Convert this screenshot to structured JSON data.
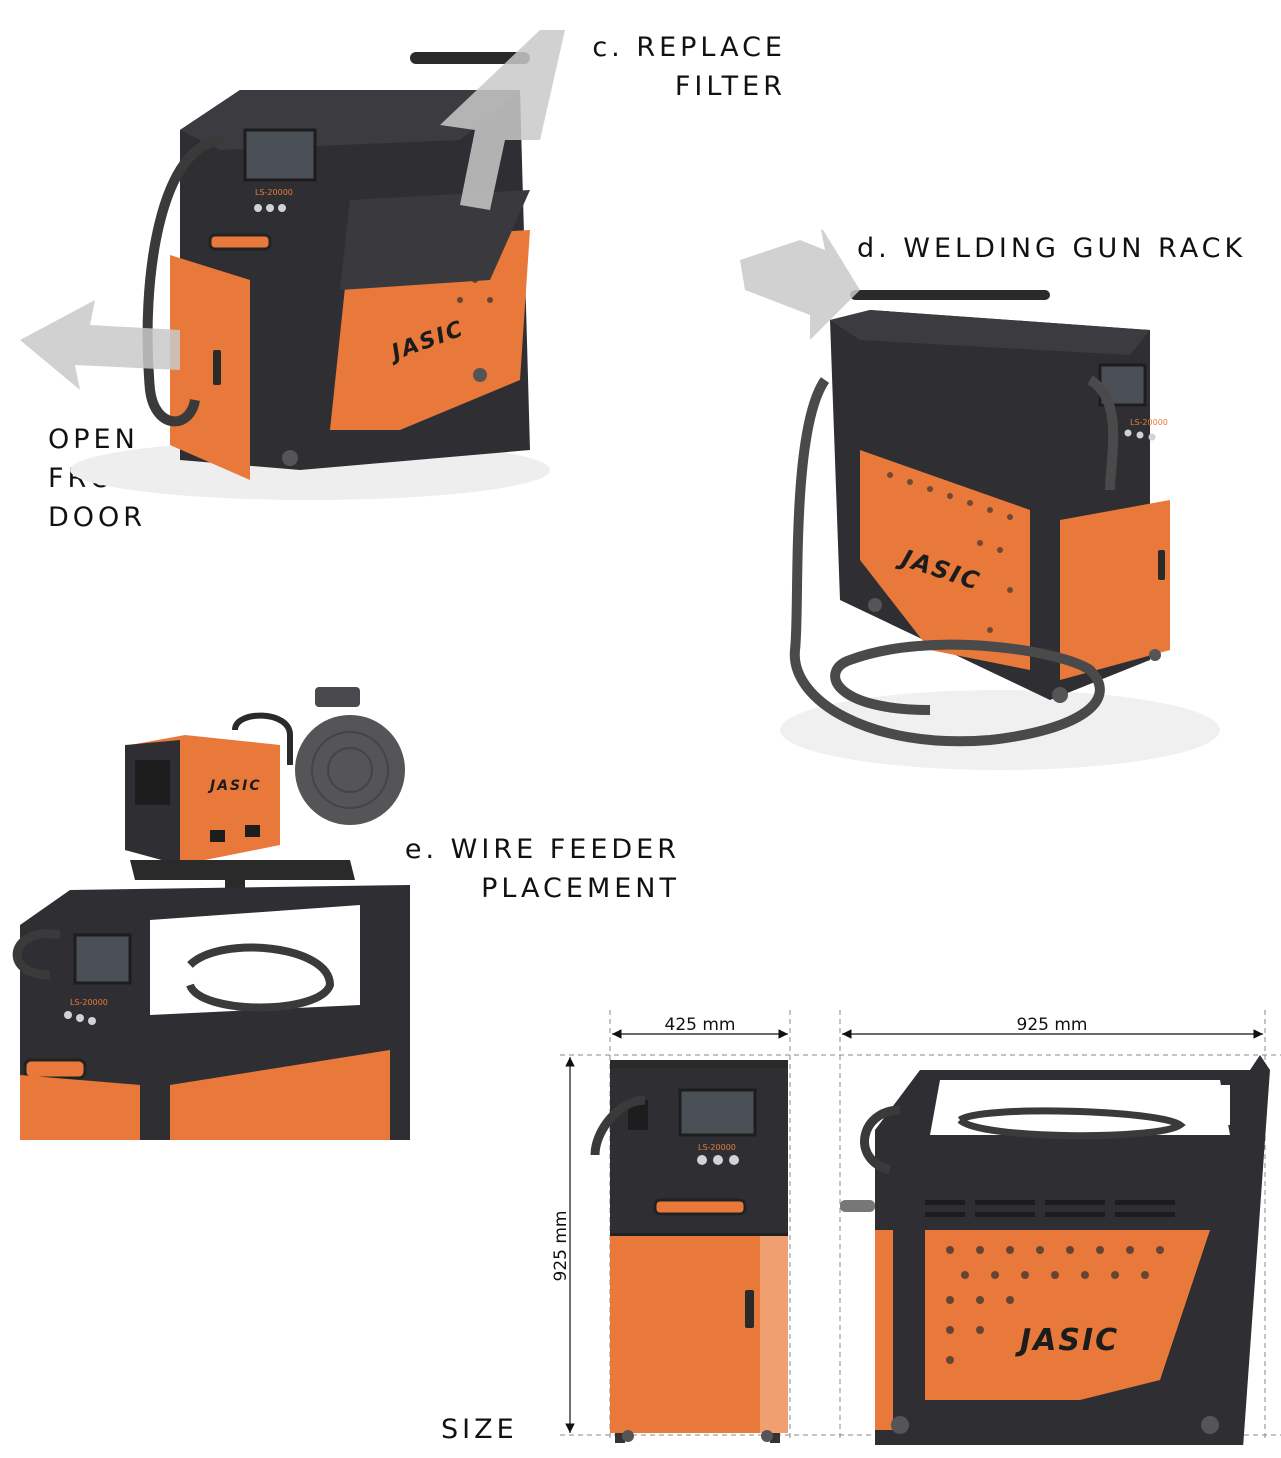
{
  "captions": {
    "replace_filter": [
      "c. REPLACE",
      "FILTER"
    ],
    "open_front_door": [
      "OPEN",
      "FRONT",
      "DOOR"
    ],
    "welding_gun_rack": "d. WELDING GUN RACK",
    "wire_feeder": [
      "e. WIRE FEEDER",
      "PLACEMENT"
    ],
    "size": "SIZE"
  },
  "brand": "JASIC",
  "model": "LS-20000",
  "dimensions": {
    "front_width": "425 mm",
    "side_length": "925 mm",
    "height": "925 mm"
  },
  "colors": {
    "orange": "#e8793a",
    "dark": "#2f2f33",
    "arrow": "#c9c9c9"
  }
}
